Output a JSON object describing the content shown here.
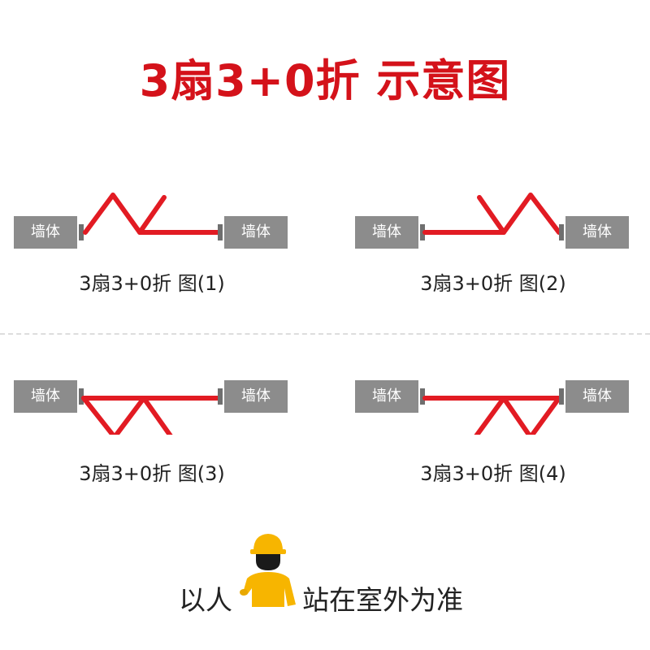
{
  "title": "3扇3+0折 示意图",
  "colors": {
    "accent": "#d4121a",
    "panel": "#e21b23",
    "wall": "#8c8c8c",
    "helmet": "#f7b500",
    "divider": "#dddddd"
  },
  "diagrams": [
    {
      "wall_left": "墙体",
      "wall_right": "墙体",
      "caption": "3扇3+0折 图(1)"
    },
    {
      "wall_left": "墙体",
      "wall_right": "墙体",
      "caption": "3扇3+0折 图(2)"
    },
    {
      "wall_left": "墙体",
      "wall_right": "墙体",
      "caption": "3扇3+0折 图(3)"
    },
    {
      "wall_left": "墙体",
      "wall_right": "墙体",
      "caption": "3扇3+0折 图(4)"
    }
  ],
  "footer": {
    "text_left": "以人",
    "text_right": "站在室外为准",
    "figure_icon": "worker-icon"
  }
}
